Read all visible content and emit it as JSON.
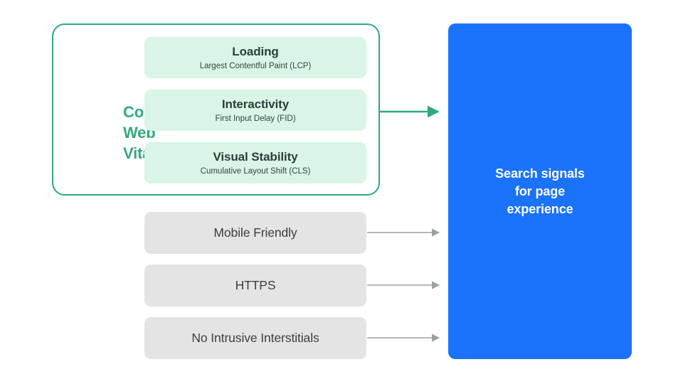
{
  "diagram": {
    "title": "Search signals for page experience",
    "group": {
      "label_lines": [
        "Core",
        "Web",
        "Vitals"
      ],
      "label_text": "Core Web Vitals",
      "accent_color": "#2ea87c",
      "card_color": "#d8f5e6",
      "metrics": [
        {
          "title": "Loading",
          "subtitle": "Largest Contentful Paint (LCP)"
        },
        {
          "title": "Interactivity",
          "subtitle": "First Input Delay (FID)"
        },
        {
          "title": "Visual Stability",
          "subtitle": "Cumulative Layout Shift (CLS)"
        }
      ]
    },
    "signals": [
      {
        "label": "Mobile Friendly"
      },
      {
        "label": "HTTPS"
      },
      {
        "label": "No Intrusive Interstitials"
      }
    ],
    "result": {
      "text": "Search signals\nfor page\nexperience",
      "panel_color": "#1a73fa",
      "text_color": "#ffffff"
    },
    "connectors": {
      "primary_color": "#2ea87c",
      "secondary_color": "#9aa0a6",
      "primary_name": "core-web-vitals-arrow",
      "secondary_names": [
        "mobile-friendly-arrow",
        "https-arrow",
        "no-intrusive-interstitials-arrow"
      ]
    }
  }
}
